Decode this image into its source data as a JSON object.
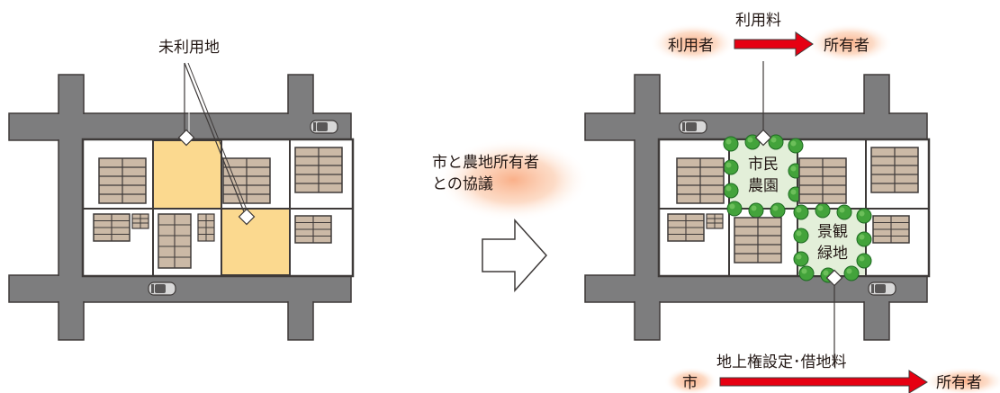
{
  "before": {
    "callout_label": "未利用地"
  },
  "transition": {
    "label_line1": "市と農地所有者",
    "label_line2": "との協議"
  },
  "after": {
    "top_flow": {
      "from": "利用者",
      "fee": "利用料",
      "to": "所有者"
    },
    "bottom_flow": {
      "from": "市",
      "fee": "地上権設定･借地料",
      "to": "所有者"
    },
    "farm_label_line1": "市民",
    "farm_label_line2": "農園",
    "green_label_line1": "景観",
    "green_label_line2": "緑地"
  },
  "colors": {
    "road": "#7d7d7e",
    "road_outline": "#3e3a39",
    "unused_lot": "#fbd98f",
    "house_fill": "#cbb9a6",
    "house_stroke": "#3e3a39",
    "farm_fill": "#e3efd9",
    "tree_fill": "#43a33b",
    "arrow_red": "#e60012",
    "glow": "#f9a77c"
  },
  "icons": [
    "car-icon",
    "hollow-arrow-icon",
    "flow-arrow-icon"
  ]
}
